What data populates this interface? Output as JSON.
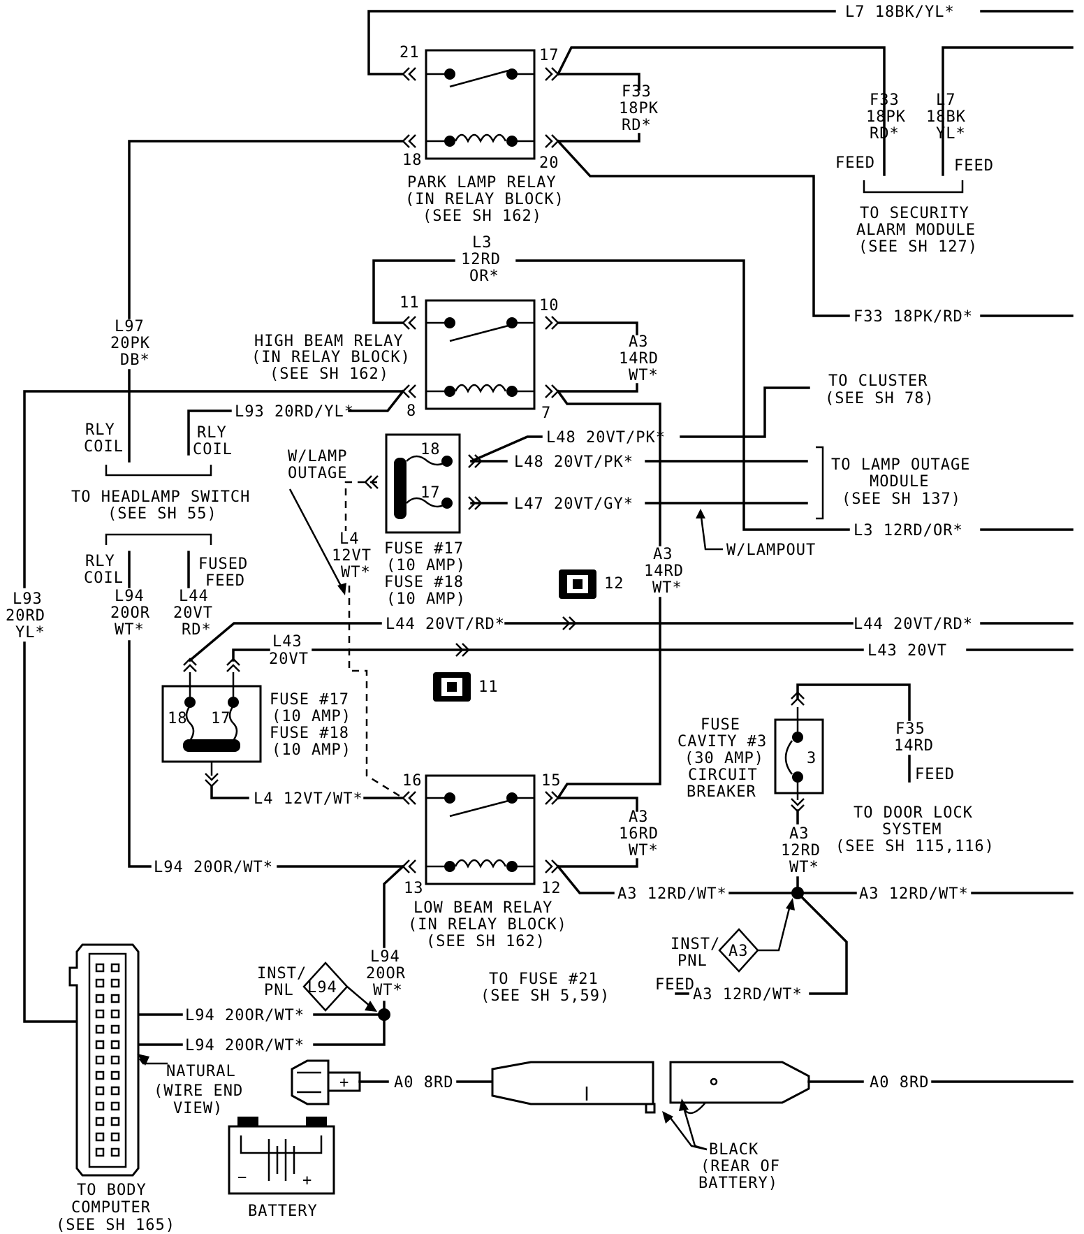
{
  "park_relay": {
    "title": "PARK LAMP RELAY",
    "sub1": "(IN RELAY BLOCK)",
    "sub2": "(SEE SH 162)",
    "p21": "21",
    "p17": "17",
    "p18": "18",
    "p20": "20"
  },
  "high_relay": {
    "title": "HIGH BEAM RELAY",
    "sub1": "(IN RELAY BLOCK)",
    "sub2": "(SEE SH 162)",
    "p11": "11",
    "p10": "10",
    "p8": "8",
    "p7": "7"
  },
  "low_relay": {
    "title": "LOW BEAM RELAY",
    "sub1": "(IN RELAY BLOCK)",
    "sub2": "(SEE SH 162)",
    "p16": "16",
    "p15": "15",
    "p13": "13",
    "p12": "12"
  },
  "wires": {
    "l7_top": "L7 18BK/YL*",
    "f33_a": "F33",
    "f33_b": "18PK",
    "f33_c": "RD*",
    "f33_sec_a": "F33",
    "f33_sec_b": "18PK",
    "f33_sec_c": "RD*",
    "l7_sec_a": "L7",
    "l7_sec_b": "18BK",
    "l7_sec_c": "YL*",
    "f33_right": "F33 18PK/RD*",
    "l3_a": "L3",
    "l3_b": "12RD",
    "l3_c": "OR*",
    "l97_a": "L97",
    "l97_b": "20PK",
    "l97_c": "DB*",
    "a3_a": "A3",
    "a3_b": "14RD",
    "a3_c": "WT*",
    "l93_mid": "L93 20RD/YL*",
    "l48_a": "L48 20VT/PK*",
    "l48_b": "L48 20VT/PK*",
    "l47": "L47 20VT/GY*",
    "l3_right": "L3 12RD/OR*",
    "l4_a": "L4",
    "l4_b": "12VT",
    "l4_c": "WT*",
    "a3_mid_a": "A3",
    "a3_mid_b": "14RD",
    "a3_mid_c": "WT*",
    "l93_a": "L93",
    "l93_b": "20RD",
    "l93_c": "YL*",
    "l94_a": "L94",
    "l94_b": "20OR",
    "l94_c": "WT*",
    "l44_a": "L44",
    "l44_b": "20VT",
    "l44_c": "RD*",
    "l44_mid": "L44 20VT/RD*",
    "l44_right": "L44 20VT/RD*",
    "l43_a": "L43",
    "l43_b": "20VT",
    "l43_right": "L43 20VT",
    "l4_bottom": "L4 12VT/WT*",
    "a3_low_a": "A3",
    "a3_low_b": "16RD",
    "a3_low_c": "WT*",
    "l94_mid": "L94 20OR/WT*",
    "a3_12_mid": "A3 12RD/WT*",
    "a3_12_right": "A3 12RD/WT*",
    "a3_cb_a": "A3",
    "a3_cb_b": "12RD",
    "a3_cb_c": "WT*",
    "f35_a": "F35",
    "f35_b": "14RD",
    "l94_low_a": "L94",
    "l94_low_b": "20OR",
    "l94_low_c": "WT*",
    "l94_bc1": "L94 20OR/WT*",
    "l94_bc2": "L94 20OR/WT*",
    "a3_fuse": "A3 12RD/WT*",
    "a0_left": "A0 8RD",
    "a0_right": "A0 8RD"
  },
  "labels": {
    "feed1": "FEED",
    "feed2": "FEED",
    "sec_1": "TO SECURITY",
    "sec_2": "ALARM MODULE",
    "sec_3": "(SEE SH 127)",
    "cluster_1": "TO CLUSTER",
    "cluster_2": "(SEE SH 78)",
    "rly_coil_1a": "RLY",
    "rly_coil_1b": "COIL",
    "rly_coil_2a": "RLY",
    "rly_coil_2b": "COIL",
    "hl_1": "TO HEADLAMP SWITCH",
    "hl_2": "(SEE SH 55)",
    "wlamp_1": "W/LAMP",
    "wlamp_2": "OUTAGE",
    "lom_1": "TO LAMP OUTAGE",
    "lom_2": "MODULE",
    "lom_3": "(SEE SH 137)",
    "wlampout": "W/LAMPOUT",
    "rly_coil_3a": "RLY",
    "rly_coil_3b": "COIL",
    "fused_a": "FUSED",
    "fused_b": "FEED",
    "fuse_top_1": "FUSE #17",
    "fuse_top_2": "(10 AMP)",
    "fuse_top_3": "FUSE #18",
    "fuse_top_4": "(10 AMP)",
    "fuse_top_p18": "18",
    "fuse_top_p17": "17",
    "conn12": "12",
    "conn11": "11",
    "fuse_bot_1": "FUSE #17",
    "fuse_bot_2": "(10 AMP)",
    "fuse_bot_3": "FUSE #18",
    "fuse_bot_4": "(10 AMP)",
    "fuse_bot_p18": "18",
    "fuse_bot_p17": "17",
    "cb_1": "FUSE",
    "cb_2": "CAVITY #3",
    "cb_3": "(30 AMP)",
    "cb_4": "CIRCUIT",
    "cb_5": "BREAKER",
    "cb_num": "3",
    "feed3": "FEED",
    "door_1": "TO DOOR LOCK",
    "door_2": "SYSTEM",
    "door_3": "(SEE SH 115,116)",
    "inst1_a": "INST/",
    "inst1_b": "PNL",
    "diamond_a3": "A3",
    "inst2_a": "INST/",
    "inst2_b": "PNL",
    "diamond_l94": "L94",
    "fuse21_1": "TO FUSE #21",
    "fuse21_2": "(SEE SH 5,59)",
    "feed4": "FEED",
    "natural_1": "NATURAL",
    "natural_2": "(WIRE END",
    "natural_3": "VIEW)",
    "body_1": "TO BODY",
    "body_2": "COMPUTER",
    "body_3": "(SEE SH 165)",
    "battery": "BATTERY",
    "plus": "+",
    "minus": "−",
    "black_1": "BLACK",
    "black_2": "(REAR OF",
    "black_3": "BATTERY)"
  }
}
